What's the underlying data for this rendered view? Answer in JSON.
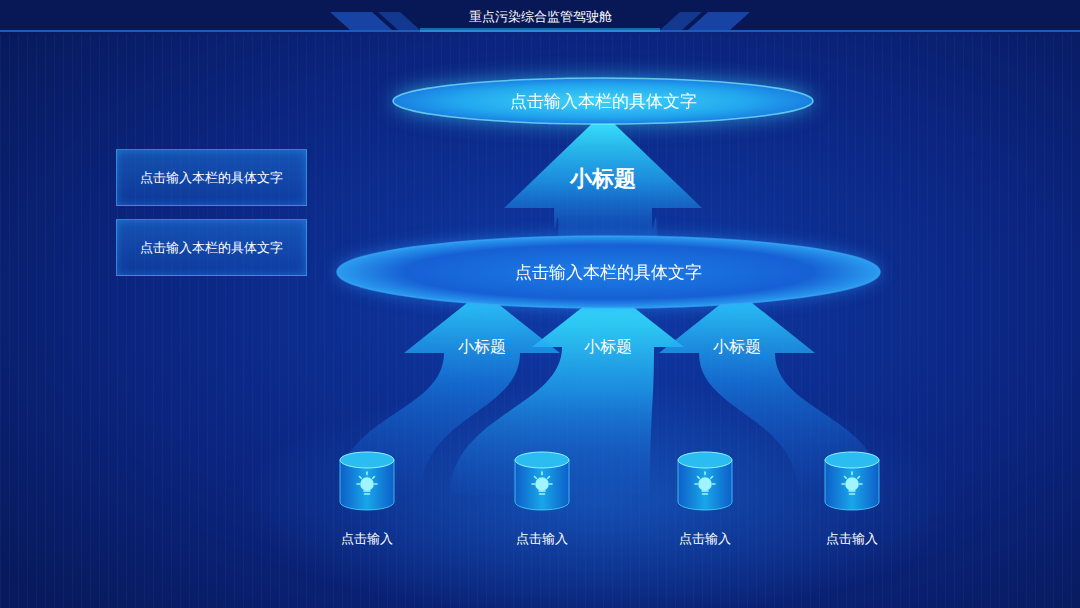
{
  "diagram": {
    "title": "重点污染综合监管驾驶舱",
    "nodes": [
      {
        "text": [
          "点击输入本栏的具体文字"
        ]
      },
      {
        "text": [
          "点击输入本栏的具体文字"
        ]
      },
      {
        "text": [
          "点击输入本栏的具体文字"
        ]
      },
      {
        "text": [
          "点击输入本栏的具体文字"
        ]
      },
      {
        "text": [
          "点击输入"
        ]
      },
      {
        "text": [
          "点击输入"
        ]
      },
      {
        "text": [
          "点击输入"
        ]
      },
      {
        "text": [
          "点击输入"
        ]
      }
    ],
    "edges": [
      {
        "from": 3,
        "to": 0,
        "arrow": "to",
        "label": "小标题"
      },
      {
        "from": 5,
        "to": 3,
        "arrow": "to",
        "label": "小标题"
      },
      {
        "from": 4,
        "to": 3,
        "arrow": "to",
        "label": "小标题"
      },
      {
        "from": 7,
        "to": 3,
        "arrow": "to",
        "label": "小标题"
      }
    ]
  }
}
